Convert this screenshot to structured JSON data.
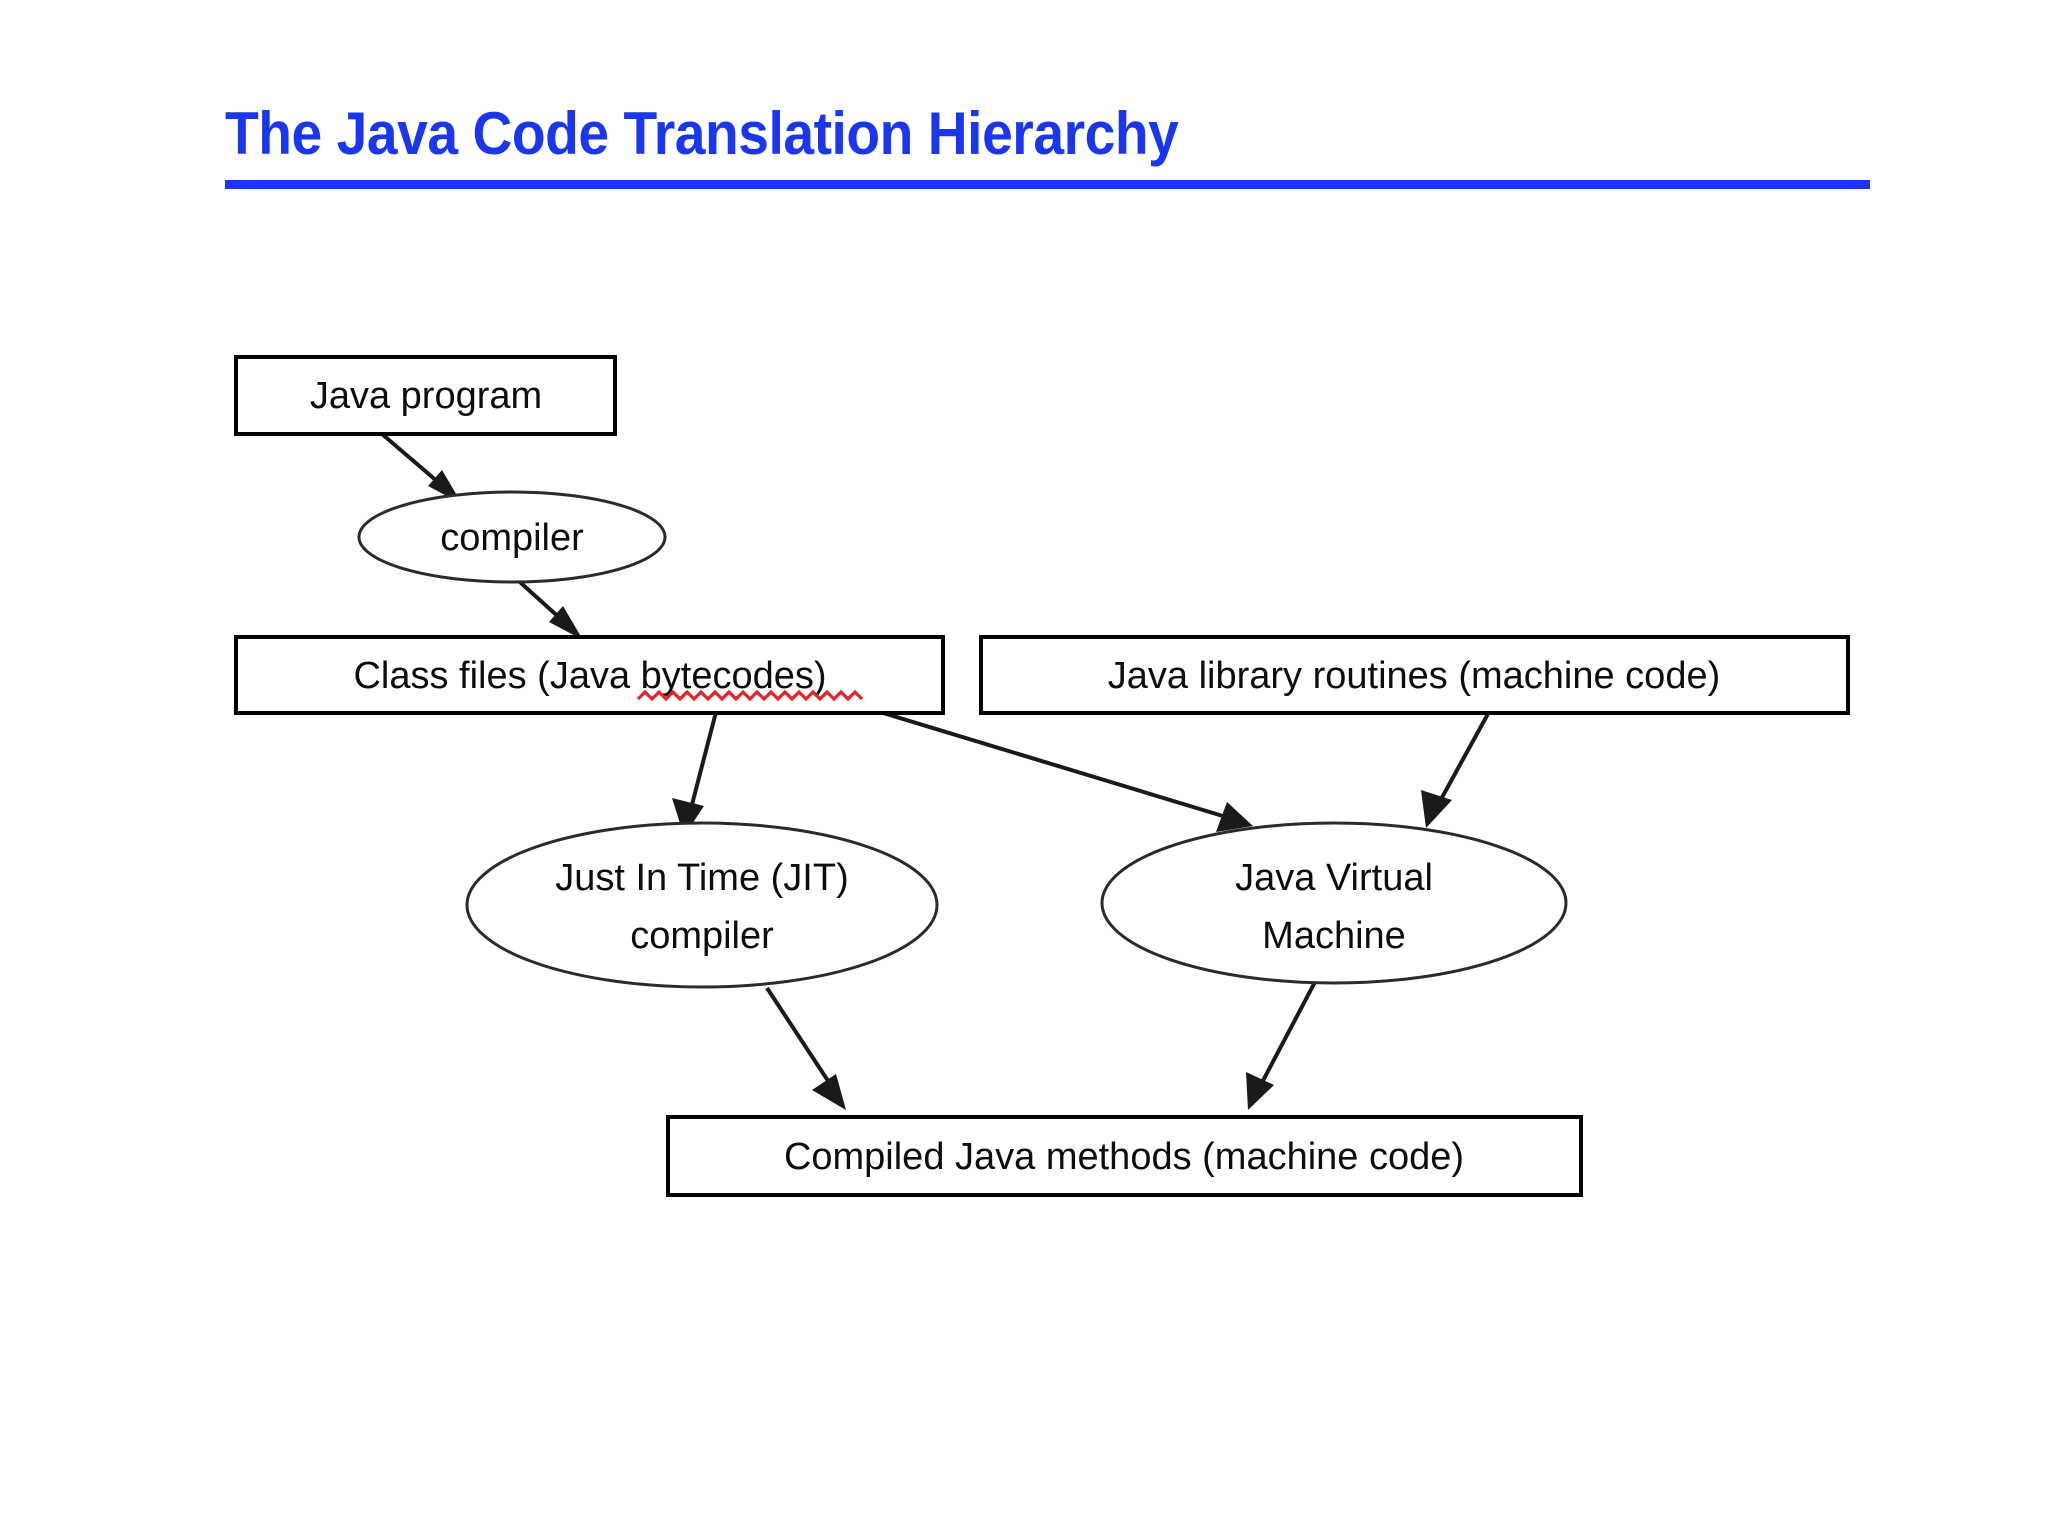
{
  "slide": {
    "title": "The Java Code Translation Hierarchy",
    "title_color": "#1a37ef",
    "rule_color": "#1a37ef",
    "background": "#ffffff"
  },
  "diagram": {
    "type": "flowchart",
    "shape_outline_color": "#000000",
    "arrow_color": "#1a1a1a",
    "text_color": "#0d0d0d",
    "spellcheck_underline_color": "#e4222c",
    "nodes": [
      {
        "id": "java-program",
        "shape": "box",
        "label": "Java program",
        "lines": [
          "Java program"
        ]
      },
      {
        "id": "compiler",
        "shape": "ellipse",
        "label": "compiler",
        "lines": [
          "compiler"
        ]
      },
      {
        "id": "class-files",
        "shape": "box",
        "label": "Class files (Java bytecodes)",
        "lines": [
          "Class files (Java bytecodes)"
        ],
        "misspelled_word": "bytecodes"
      },
      {
        "id": "java-library-routines",
        "shape": "box",
        "label": "Java library routines (machine  code)",
        "lines": [
          "Java library routines (machine  code)"
        ]
      },
      {
        "id": "jit-compiler",
        "shape": "ellipse",
        "label": "Just In Time  (JIT) compiler",
        "lines": [
          "Just In Time  (JIT)",
          "compiler"
        ]
      },
      {
        "id": "java-virtual-machine",
        "shape": "ellipse",
        "label": "Java Virtual Machine",
        "lines": [
          "Java Virtual",
          "Machine"
        ]
      },
      {
        "id": "compiled-java-methods",
        "shape": "box",
        "label": "Compiled Java methods (machine code)",
        "lines": [
          "Compiled Java methods (machine code)"
        ]
      }
    ],
    "edges": [
      {
        "from": "java-program",
        "to": "compiler"
      },
      {
        "from": "compiler",
        "to": "class-files"
      },
      {
        "from": "class-files",
        "to": "jit-compiler"
      },
      {
        "from": "class-files",
        "to": "java-virtual-machine"
      },
      {
        "from": "java-library-routines",
        "to": "java-virtual-machine"
      },
      {
        "from": "jit-compiler",
        "to": "compiled-java-methods"
      },
      {
        "from": "java-virtual-machine",
        "to": "compiled-java-methods"
      }
    ]
  }
}
